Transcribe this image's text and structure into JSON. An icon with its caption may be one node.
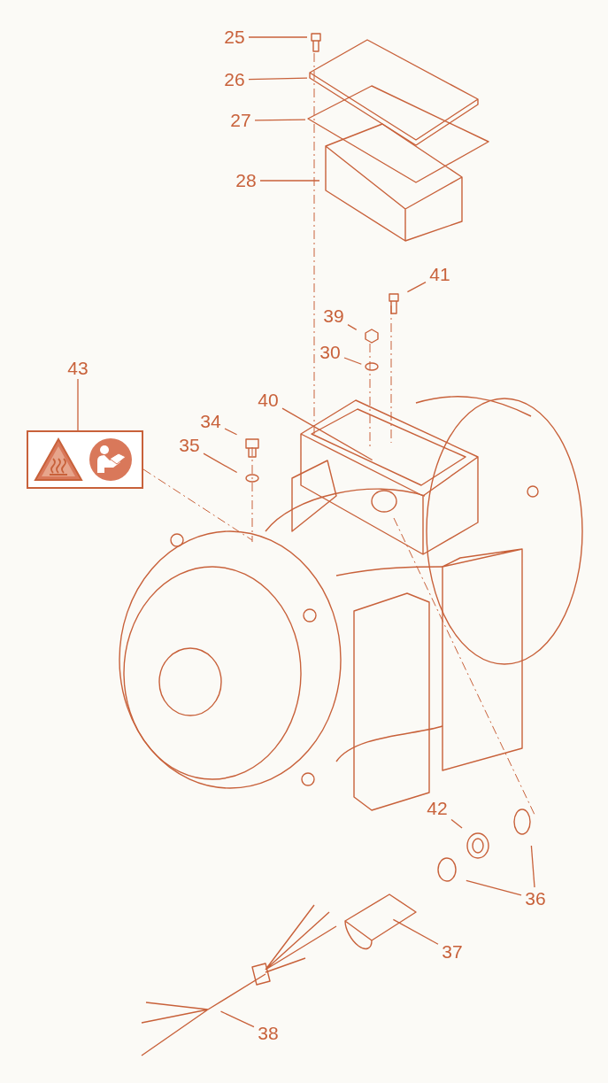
{
  "diagram": {
    "nodes": [
      {
        "text": [
          "25"
        ]
      },
      {
        "text": [
          "26"
        ]
      },
      {
        "text": [
          "27"
        ]
      },
      {
        "text": [
          "28"
        ]
      },
      {
        "text": [
          "41"
        ]
      },
      {
        "text": [
          "39"
        ]
      },
      {
        "text": [
          "30"
        ]
      },
      {
        "text": [
          "40"
        ]
      },
      {
        "text": [
          "43"
        ]
      },
      {
        "text": [],
        "shape": "picture"
      },
      {
        "text": [
          "34"
        ]
      },
      {
        "text": [
          "35"
        ]
      },
      {
        "text": [
          "42"
        ]
      },
      {
        "text": [
          "36"
        ]
      },
      {
        "text": [
          "37"
        ]
      },
      {
        "text": [
          "38"
        ]
      }
    ],
    "edges": [
      {
        "from": 0,
        "to": null,
        "arrow": "none"
      },
      {
        "from": 1,
        "to": null,
        "arrow": "none"
      },
      {
        "from": 2,
        "to": null,
        "arrow": "none"
      },
      {
        "from": 3,
        "to": null,
        "arrow": "none"
      },
      {
        "from": 4,
        "to": null,
        "arrow": "none"
      },
      {
        "from": 5,
        "to": null,
        "arrow": "none"
      },
      {
        "from": 6,
        "to": null,
        "arrow": "none"
      },
      {
        "from": 7,
        "to": null,
        "arrow": "none"
      },
      {
        "from": 8,
        "to": 9,
        "arrow": "none"
      },
      {
        "from": 10,
        "to": null,
        "arrow": "none"
      },
      {
        "from": 11,
        "to": null,
        "arrow": "none"
      },
      {
        "from": 12,
        "to": null,
        "arrow": "none"
      },
      {
        "from": 13,
        "to": null,
        "arrow": "none"
      },
      {
        "from": 13,
        "to": null,
        "arrow": "none"
      },
      {
        "from": 14,
        "to": null,
        "arrow": "none"
      },
      {
        "from": 15,
        "to": null,
        "arrow": "none"
      }
    ]
  }
}
